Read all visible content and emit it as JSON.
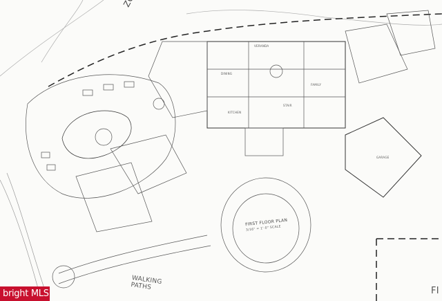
{
  "drawing": {
    "zone_label": "ZONE",
    "walking_paths": [
      "WALKING",
      "PATHS"
    ],
    "plan_title": "FIRST FLOOR PLAN",
    "plan_note": "3/16\" = 1'-0\" SCALE",
    "edge_text": "FI",
    "room_labels": [
      "VERANDA",
      "DINING",
      "KITCHEN",
      "FAMILY",
      "GARAGE",
      "STAIR"
    ]
  },
  "watermark": {
    "text": "bright MLS"
  }
}
